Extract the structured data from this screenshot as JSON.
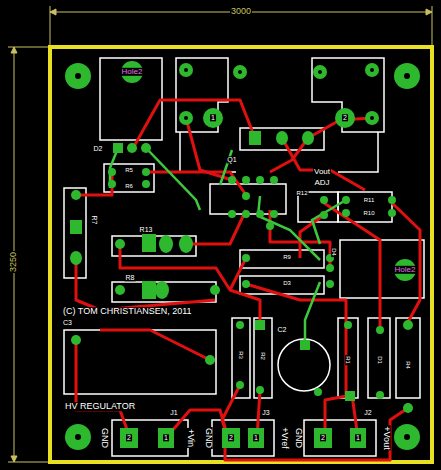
{
  "diagram": {
    "labels": [
      "3000",
      "3250",
      "Hole2",
      "Hole2",
      "1",
      "2",
      "D2",
      "Q1",
      "R5",
      "R6",
      "Vout",
      "ADJ",
      "R12",
      "R11",
      "R10",
      "R7",
      "R13",
      "R9",
      "D4",
      "D3",
      "R8",
      "(C) TOM CHRISTIANSEN, 2011",
      "C3",
      "C2",
      "R3",
      "R2",
      "R1",
      "D1",
      "R4",
      "HV REGULATOR",
      "J1",
      "J3",
      "J2",
      "GND",
      "+Vin",
      "GND",
      "+Vref",
      "GND",
      "+Vout",
      "2",
      "1",
      "2",
      "1",
      "2",
      "1"
    ]
  }
}
